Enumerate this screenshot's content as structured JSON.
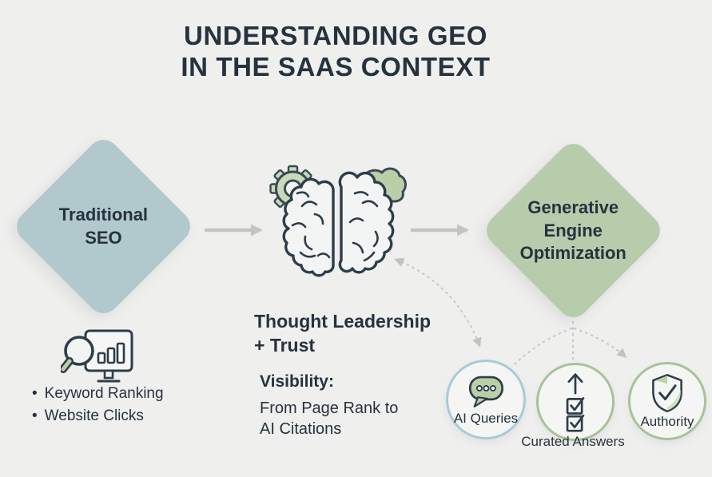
{
  "title": {
    "line1": "UNDERSTANDING GEO",
    "line2": "IN THE SAAS CONTEXT"
  },
  "stages": {
    "traditional_seo": {
      "line1": "Traditional",
      "line2": "SEO"
    },
    "geo": {
      "line1": "Generative Engine",
      "line2": "Optimization"
    }
  },
  "seo_metrics": {
    "bullet": "•",
    "items": [
      "Keyword Ranking",
      "Website Clicks"
    ]
  },
  "center_notes": {
    "heading_line1": "Thought Leadership",
    "heading_line2": "+ Trust",
    "visibility_label": "Visibility:",
    "visibility_line1": "From Page Rank to",
    "visibility_line2": "AI Citations"
  },
  "geo_outputs": {
    "ai_queries": {
      "label": "AI Queries"
    },
    "curated_answers": {
      "label": "Curated Answers"
    },
    "authority": {
      "label": "Authority"
    }
  },
  "icons": {
    "brain": "brain-icon",
    "gear": "gear-icon",
    "cloud": "cloud-icon",
    "search_analytics": "search-analytics-icon",
    "speech_bubble": "speech-bubble-icon",
    "checklist": "checklist-icon",
    "shield_check": "shield-check-icon"
  },
  "colors": {
    "background": "#efefee",
    "ink": "#26323e",
    "seo_diamond": "#b1c8cd",
    "geo_diamond": "#b7ccab",
    "arrow_gray": "#c4c5c3",
    "dotted_gray": "#c9c9c7",
    "blue_ring": "#a8cbd7",
    "green_ring": "#a9c299",
    "icon_green": "#bdd2a9",
    "outline_navy": "#303f4c"
  }
}
